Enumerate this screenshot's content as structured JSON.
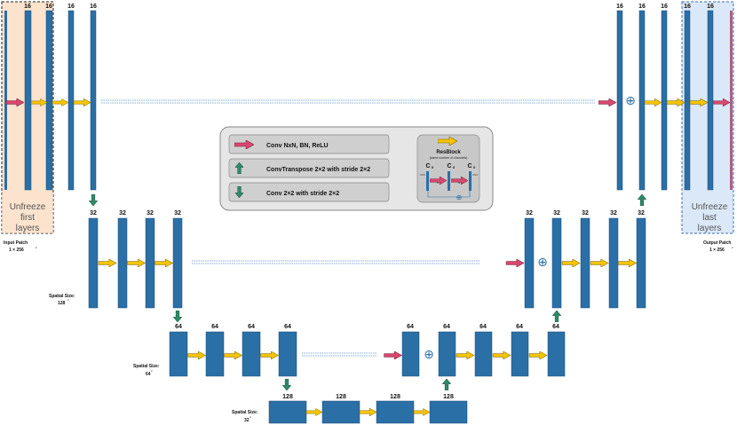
{
  "channels": {
    "c16": "16",
    "c32": "32",
    "c64": "64",
    "c128": "128"
  },
  "zones": {
    "left": [
      "Unfreeze",
      "first",
      "layers"
    ],
    "right": [
      "Unfreeze",
      "last",
      "layers"
    ]
  },
  "io": {
    "input_label": "Input Patch",
    "input_size": "1 × 256",
    "output_label": "Output Patch",
    "output_size": "1 × 256",
    "exp": "2"
  },
  "spatial": {
    "label": "Spatial Size:",
    "s128": "128",
    "s64": "64",
    "s32": "32",
    "exp": "2"
  },
  "legend": {
    "conv": "Conv NxN, BN, ReLU",
    "convT": "ConvTranspose 2×2 with stride 2×2",
    "down": "Conv 2×2 with stride 2×2",
    "resblock_title": "ResBlock",
    "resblock_sub": "(same number of channels)",
    "c0": "C",
    "c0_sub": "0",
    "n_mark": "N",
    "three_mark": "3",
    "one_mark": "1",
    "plus": "⊕"
  },
  "colors": {
    "block": "#2a6fa5",
    "block_stroke": "#1f4f7a",
    "resblock": "#f5c400",
    "conv": "#d9476f",
    "up": "#2e8b67",
    "skip": "#5a8fc9",
    "zone_left_fill": "#fbe3cd",
    "zone_right_fill": "#dbe8f7"
  }
}
